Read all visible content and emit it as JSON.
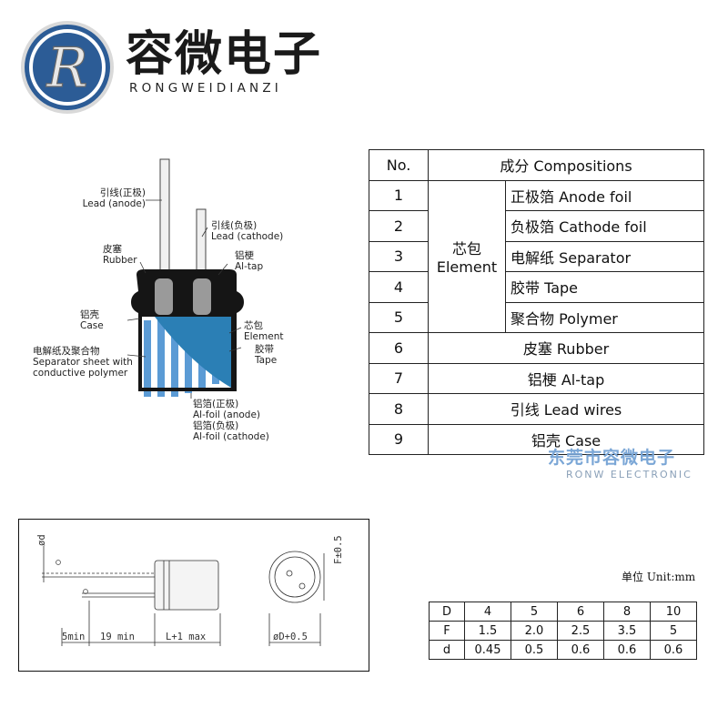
{
  "brand": {
    "logo_letter": "R",
    "name_cn": "容微电子",
    "name_en": "RONGWEIDIANZI"
  },
  "colors": {
    "logo_blue": "#2c5c96",
    "logo_ring": "#e8e8e8",
    "element_blue": "#2b7fb5",
    "case_dark": "#151515",
    "watermark": "#7aa6d6"
  },
  "diagram": {
    "labels": {
      "lead_anode_cn": "引线(正极)",
      "lead_anode_en": "Lead (anode)",
      "lead_cathode_cn": "引线(负极)",
      "lead_cathode_en": "Lead (cathode)",
      "rubber_cn": "皮塞",
      "rubber_en": "Rubber",
      "altap_cn": "铝梗",
      "altap_en": "Al-tap",
      "case_cn": "铝壳",
      "case_en": "Case",
      "element_cn": "芯包",
      "element_en": "Element",
      "tape_cn": "胶带",
      "tape_en": "Tape",
      "separator_cn": "电解纸及聚合物",
      "separator_en1": "Separator sheet with",
      "separator_en2": "conductive polymer",
      "alfoil_anode_cn": "铝箔(正极)",
      "alfoil_anode_en": "Al-foil (anode)",
      "alfoil_cathode_cn": "铝箔(负极)",
      "alfoil_cathode_en": "Al-foil (cathode)"
    }
  },
  "composition_table": {
    "header_no": "No.",
    "header_comp": "成分 Compositions",
    "element_group_cn": "芯包",
    "element_group_en": "Element",
    "rows": [
      {
        "no": "1",
        "text": "正极箔 Anode foil"
      },
      {
        "no": "2",
        "text": "负极箔 Cathode foil"
      },
      {
        "no": "3",
        "text": "电解纸 Separator"
      },
      {
        "no": "4",
        "text": "胶带 Tape"
      },
      {
        "no": "5",
        "text": "聚合物 Polymer"
      },
      {
        "no": "6",
        "text": "皮塞 Rubber"
      },
      {
        "no": "7",
        "text": "铝梗 Al-tap"
      },
      {
        "no": "8",
        "text": "引线 Lead wires"
      },
      {
        "no": "9",
        "text": "铝壳 Case"
      }
    ]
  },
  "watermark": {
    "cn": "东莞市容微电子",
    "en": "RONW ELECTRONIC"
  },
  "dimension_drawing": {
    "d_label": "ød",
    "f_label": "F±0.5",
    "min5": "5min",
    "min19": "19 min",
    "lmax": "L+1 max",
    "dia": "øD+0.5"
  },
  "size_table": {
    "unit": "单位 Unit:mm",
    "rows": [
      {
        "label": "D",
        "values": [
          "4",
          "5",
          "6",
          "8",
          "10"
        ]
      },
      {
        "label": "F",
        "values": [
          "1.5",
          "2.0",
          "2.5",
          "3.5",
          "5"
        ]
      },
      {
        "label": "d",
        "values": [
          "0.45",
          "0.5",
          "0.6",
          "0.6",
          "0.6"
        ]
      }
    ]
  }
}
